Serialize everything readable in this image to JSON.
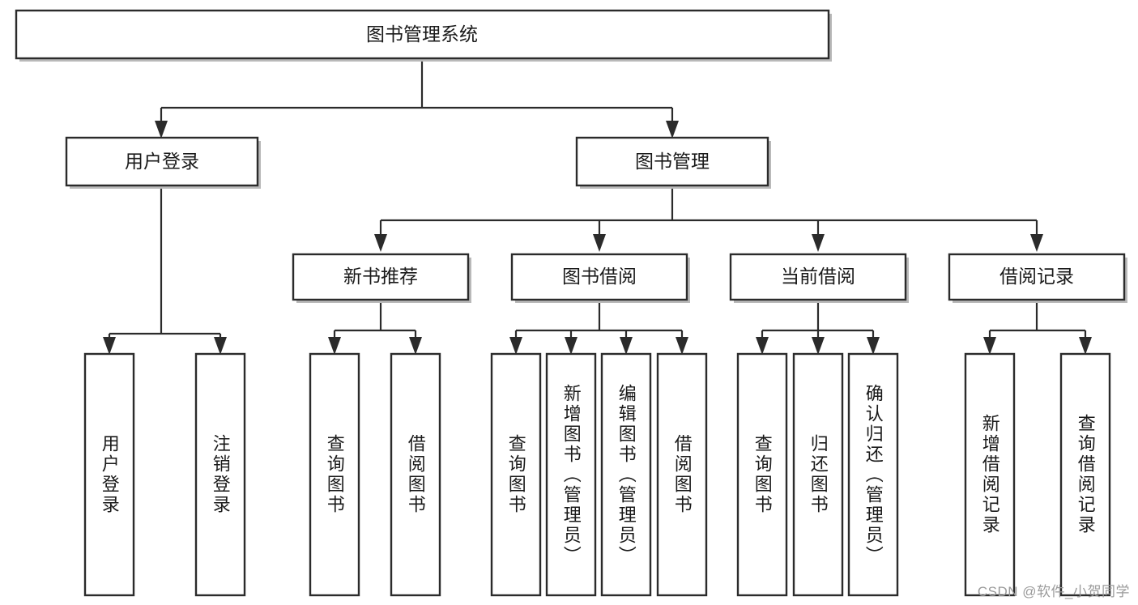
{
  "diagram": {
    "type": "tree",
    "title": "图书管理系统",
    "watermark": "CSDN @软件_小贺同学",
    "colors": {
      "box_stroke": "#2b2b2b",
      "box_fill": "#ffffff",
      "text": "#1a1a1a",
      "shadow": "#b9b9b9",
      "watermark": "#9a9a9a",
      "background": "#ffffff"
    },
    "levels": {
      "root": {
        "label": "图书管理系统"
      },
      "level2": [
        {
          "label": "用户登录"
        },
        {
          "label": "图书管理"
        }
      ],
      "level3": [
        {
          "label": "新书推荐"
        },
        {
          "label": "图书借阅"
        },
        {
          "label": "当前借阅"
        },
        {
          "label": "借阅记录"
        }
      ],
      "leaves": {
        "user_login": [
          {
            "label": "用户登录"
          },
          {
            "label": "注销登录"
          }
        ],
        "new_book_recommend": [
          {
            "label": "查询图书"
          },
          {
            "label": "借阅图书"
          }
        ],
        "book_borrow": [
          {
            "label": "查询图书"
          },
          {
            "label": "新增图书（管理员）"
          },
          {
            "label": "编辑图书（管理员）"
          },
          {
            "label": "借阅图书"
          }
        ],
        "current_borrow": [
          {
            "label": "查询图书"
          },
          {
            "label": "归还图书"
          },
          {
            "label": "确认归还（管理员）"
          }
        ],
        "borrow_record": [
          {
            "label": "新增借阅记录"
          },
          {
            "label": "查询借阅记录"
          }
        ]
      }
    }
  }
}
